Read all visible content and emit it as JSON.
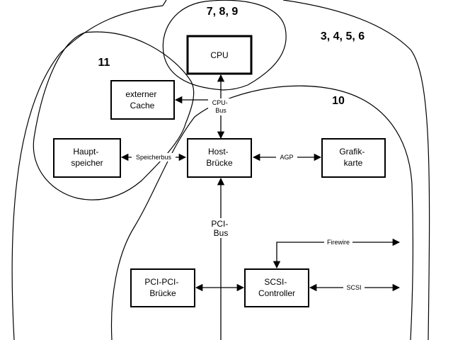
{
  "regions": {
    "outer": "3, 4, 5, 6",
    "top": "7, 8, 9",
    "left": "11",
    "right": "10"
  },
  "components": {
    "cpu": "CPU",
    "cache": [
      "externer",
      "Cache"
    ],
    "memory": [
      "Haupt-",
      "speicher"
    ],
    "host_bridge": [
      "Host-",
      "Brücke"
    ],
    "graphics": [
      "Grafik-",
      "karte"
    ],
    "pci_bridge": [
      "PCI-PCI-",
      "Brücke"
    ],
    "scsi": [
      "SCSI-",
      "Controller"
    ]
  },
  "buses": {
    "cpu_bus": [
      "CPU-",
      "Bus"
    ],
    "memory_bus": "Speicherbus",
    "agp": "AGP",
    "pci_bus": [
      "PCI-",
      "Bus"
    ],
    "firewire": "Firewire",
    "scsi": "SCSI"
  }
}
